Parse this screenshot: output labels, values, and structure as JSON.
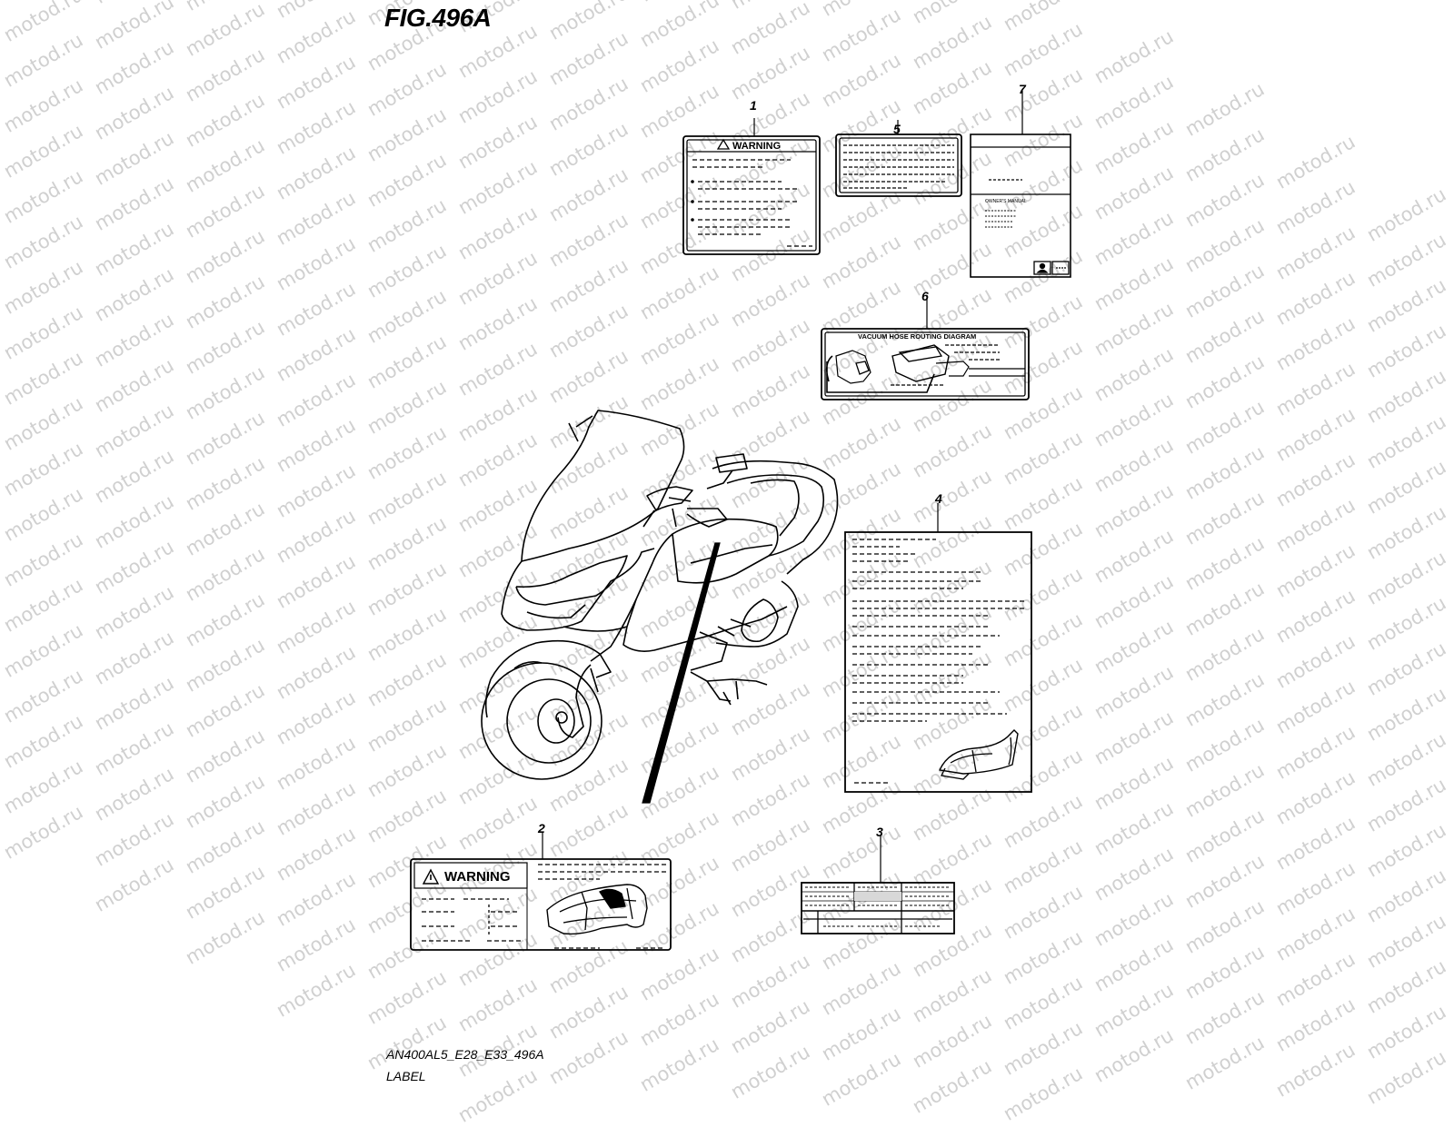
{
  "figure": {
    "title": "FIG.496A",
    "model_code": "AN400AL5_E28_E33_496A",
    "part_name": "LABEL",
    "watermark": "motod.ru"
  },
  "callouts": [
    "1",
    "2",
    "3",
    "4",
    "5",
    "6",
    "7"
  ],
  "labels": {
    "warning_1": "WARNING",
    "warning_2": "WARNING",
    "vacuum": "VACUUM HOSE ROUTING DIAGRAM",
    "manual": "OWNER'S MANUAL"
  },
  "colors": {
    "line": "#000000",
    "watermark": "#d0d0d0",
    "background": "#ffffff"
  }
}
